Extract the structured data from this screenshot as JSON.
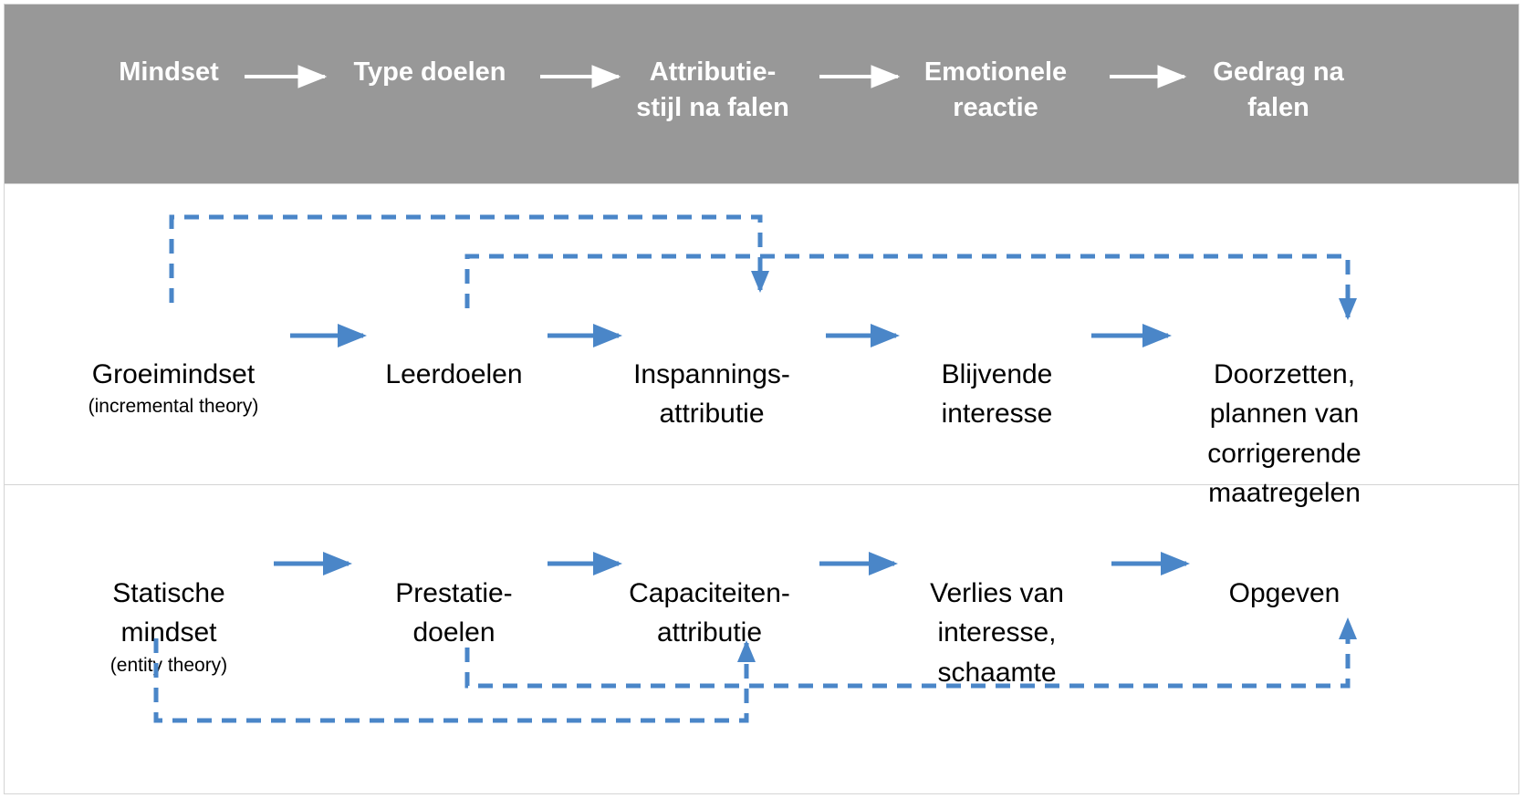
{
  "diagram": {
    "title": "Mindset model: van mindset naar gedrag na falen",
    "accent_color": "#4a86c8",
    "header_background": "#989898",
    "header_text_color": "#ffffff",
    "body_text_color": "#000000",
    "border_color": "#d4d4d4"
  },
  "header": {
    "stages": [
      {
        "id": "mindset",
        "label": "Mindset"
      },
      {
        "id": "type-doelen",
        "label": "Type doelen"
      },
      {
        "id": "attributie",
        "label": "Attributie-\nstijl na falen"
      },
      {
        "id": "emotie",
        "label": "Emotionele\nreactie"
      },
      {
        "id": "gedrag",
        "label": "Gedrag na\nfalen"
      }
    ],
    "arrow_count": 4
  },
  "rows": [
    {
      "id": "growth-mindset-row",
      "nodes": [
        {
          "id": "groeimindset",
          "label": "Groeimindset",
          "sub": "(incremental theory)"
        },
        {
          "id": "leerdoelen",
          "label": "Leerdoelen",
          "sub": ""
        },
        {
          "id": "inspannings",
          "label": "Inspannings-\nattributie",
          "sub": ""
        },
        {
          "id": "blijvende",
          "label": "Blijvende\ninteresse",
          "sub": ""
        },
        {
          "id": "doorzetten",
          "label": "Doorzetten,\nplannen van\ncorrigerende\nmaatregelen",
          "sub": ""
        }
      ],
      "arrow_count": 4,
      "feedback_loops": [
        {
          "id": "loop-groeimindset-to-inspannings",
          "from": "groeimindset",
          "to": "inspannings",
          "direction": "down"
        },
        {
          "id": "loop-leerdoelen-to-doorzetten",
          "from": "leerdoelen",
          "to": "doorzetten",
          "direction": "down"
        }
      ]
    },
    {
      "id": "fixed-mindset-row",
      "nodes": [
        {
          "id": "statische-mindset",
          "label": "Statische\nmindset",
          "sub": "(entity theory)"
        },
        {
          "id": "prestatie-doelen",
          "label": "Prestatie-\ndoelen",
          "sub": ""
        },
        {
          "id": "capaciteiten",
          "label": "Capaciteiten-\nattributie",
          "sub": ""
        },
        {
          "id": "verlies",
          "label": "Verlies van\ninteresse,\nschaamte",
          "sub": ""
        },
        {
          "id": "opgeven",
          "label": "Opgeven",
          "sub": ""
        }
      ],
      "arrow_count": 4,
      "feedback_loops": [
        {
          "id": "loop-statische-to-capaciteiten",
          "from": "statische-mindset",
          "to": "capaciteiten",
          "direction": "up"
        },
        {
          "id": "loop-prestatie-to-opgeven",
          "from": "prestatie-doelen",
          "to": "opgeven",
          "direction": "up"
        }
      ]
    }
  ]
}
